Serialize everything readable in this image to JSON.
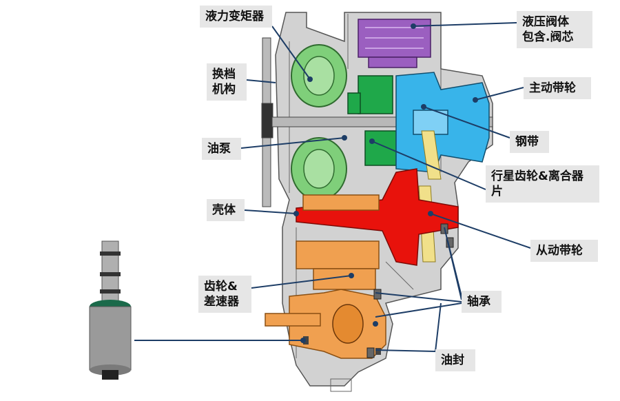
{
  "labels": {
    "torque_converter": "液力变矩器",
    "shift_mechanism": "换档\n机构",
    "oil_pump": "油泵",
    "housing": "壳体",
    "gear_differential": "齿轮&\n差速器",
    "hydraulic_valve_body": "液压阀体\n包含.阀芯",
    "drive_pulley": "主动带轮",
    "steel_belt": "钢带",
    "planetary_clutch": "行星齿轮&离合器\n片",
    "driven_pulley": "从动带轮",
    "bearing": "轴承",
    "oil_seal": "油封"
  },
  "colors": {
    "torque_converter": "#7fcf7a",
    "planetary": "#1fa84a",
    "valve_body": "#9b5fc0",
    "drive_pulley": "#38b4ea",
    "driven_pulley": "#e8120c",
    "gears_differential": "#f0a050",
    "housing": "#c9c9c9",
    "leader_line": "#1d3d66",
    "label_bg": "#e6e6e6"
  }
}
